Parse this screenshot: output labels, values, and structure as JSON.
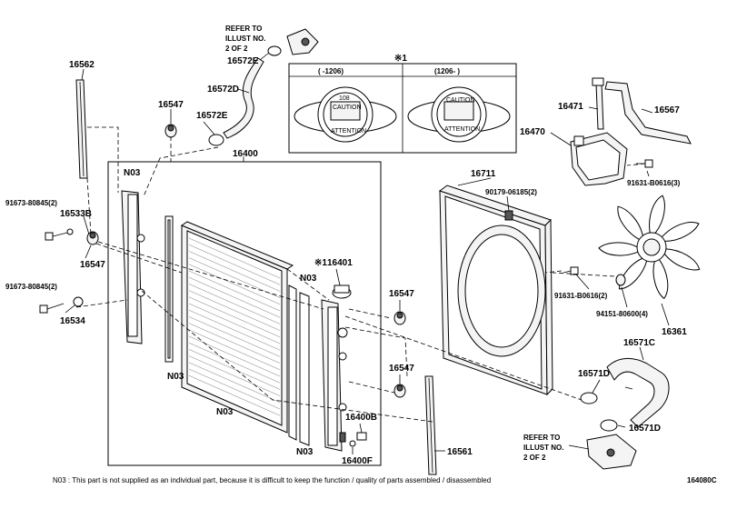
{
  "callouts": {
    "p16562": "16562",
    "p16572d": "16572D",
    "p16572e_top": "16572E",
    "p16572e_mid": "16572E",
    "p16547_a": "16547",
    "p16547_b": "16547",
    "p16547_c": "16547",
    "p16547_d": "16547",
    "p16400": "16400",
    "p16401": "16401",
    "p16400b": "16400B",
    "p16400f": "16400F",
    "p16561": "16561",
    "p16533b": "16533B",
    "p16534": "16534",
    "p91673_a": "91673-80845(2)",
    "p91673_b": "91673-80845(2)",
    "n03_a": "N03",
    "n03_b": "N03",
    "n03_c": "N03",
    "n03_d": "N03",
    "n03_e": "N03",
    "p16711": "16711",
    "p90179": "90179-06185(2)",
    "p16471": "16471",
    "p16470": "16470",
    "p16567": "16567",
    "p91631_a": "91631-B0616(3)",
    "p91631_b": "91631-B0616(2)",
    "p94151": "94151-80600(4)",
    "p16361": "16361",
    "p16571c": "16571C",
    "p16571d_a": "16571D",
    "p16571d_b": "16571D"
  },
  "refer_top": [
    "REFER TO",
    "ILLUST NO.",
    "2 OF 2"
  ],
  "refer_bottom": [
    "REFER TO",
    "ILLUST NO.",
    "2 OF 2"
  ],
  "cap_panel": {
    "marker": "※1",
    "marker_16401": "※1",
    "left_header": "(    -1206)",
    "right_header": "(1206-    )",
    "left_cap": {
      "top": "108",
      "mid": "CAUTION",
      "lower": "ATTENTION"
    },
    "right_cap": {
      "top": "CAUTION",
      "mid": "ATTENTION",
      "lower": ""
    }
  },
  "footnote": "N03 : This part is not supplied as an individual part, because it is difficult to keep the function / quality of parts assembled / disassembled",
  "figure_code": "164080C"
}
